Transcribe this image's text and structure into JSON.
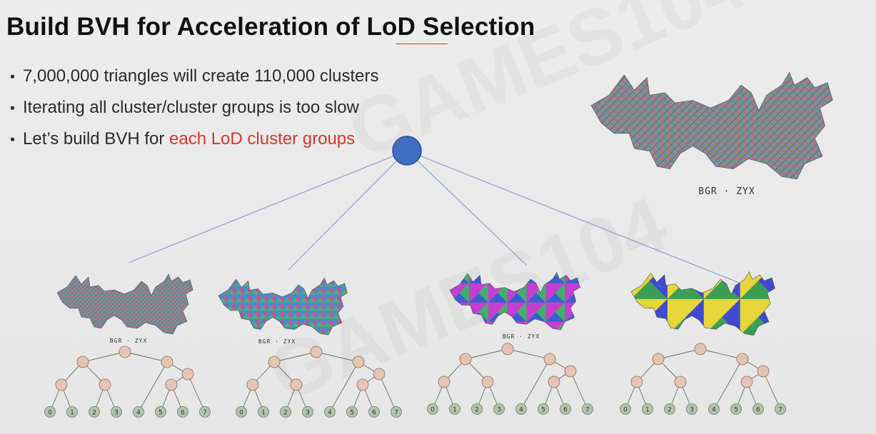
{
  "slide": {
    "title": "Build BVH for Acceleration of LoD Selection",
    "bullets": [
      {
        "text": "7,000,000 triangles will create 110,000 clusters",
        "highlight": ""
      },
      {
        "text": "Iterating all cluster/cluster groups is too slow",
        "highlight": ""
      },
      {
        "text": "Let’s build BVH for ",
        "highlight": "each LoD cluster groups"
      }
    ],
    "bullet_symbol": "•",
    "dragon_axis_label": "BGR · ZYX",
    "tree_leaf_labels": [
      "0",
      "1",
      "2",
      "3",
      "4",
      "5",
      "6",
      "7"
    ],
    "watermark_text": "GAMES104",
    "colors": {
      "highlight": "#d9362b",
      "root_node": "#3e6fc4",
      "tree_node": "#e6c4b2",
      "leaf_node": "#b5c2ad",
      "edge": "#8fa0c8"
    }
  }
}
